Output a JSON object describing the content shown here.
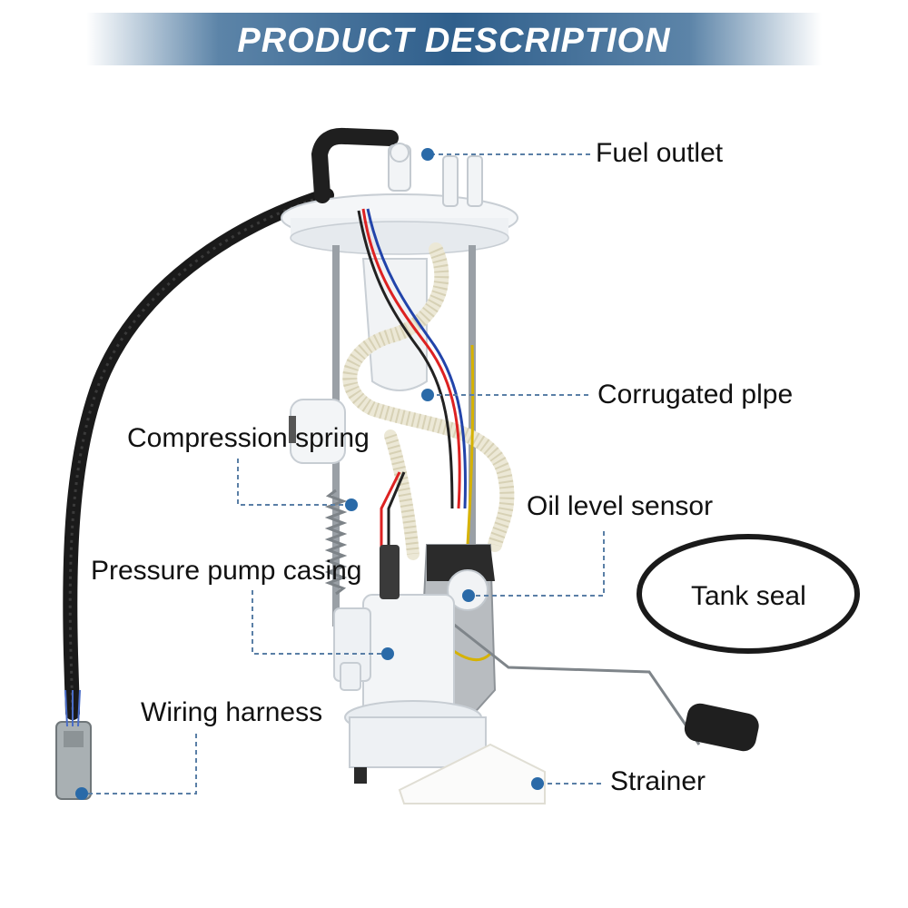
{
  "banner": {
    "title": "PRODUCT DESCRIPTION"
  },
  "labels": {
    "fuel_outlet": "Fuel outlet",
    "corrugated_pipe": "Corrugated plpe",
    "compression_spring": "Compression spring",
    "oil_level_sensor": "Oil level sensor",
    "tank_seal": "Tank seal",
    "pressure_pump_casing": "Pressure pump casing",
    "wiring_harness": "Wiring harness",
    "strainer": "Strainer"
  },
  "colors": {
    "banner": "#2f5f8c",
    "marker": "#2a6aa8",
    "leader": "#5a7fa6",
    "text": "#111111"
  }
}
